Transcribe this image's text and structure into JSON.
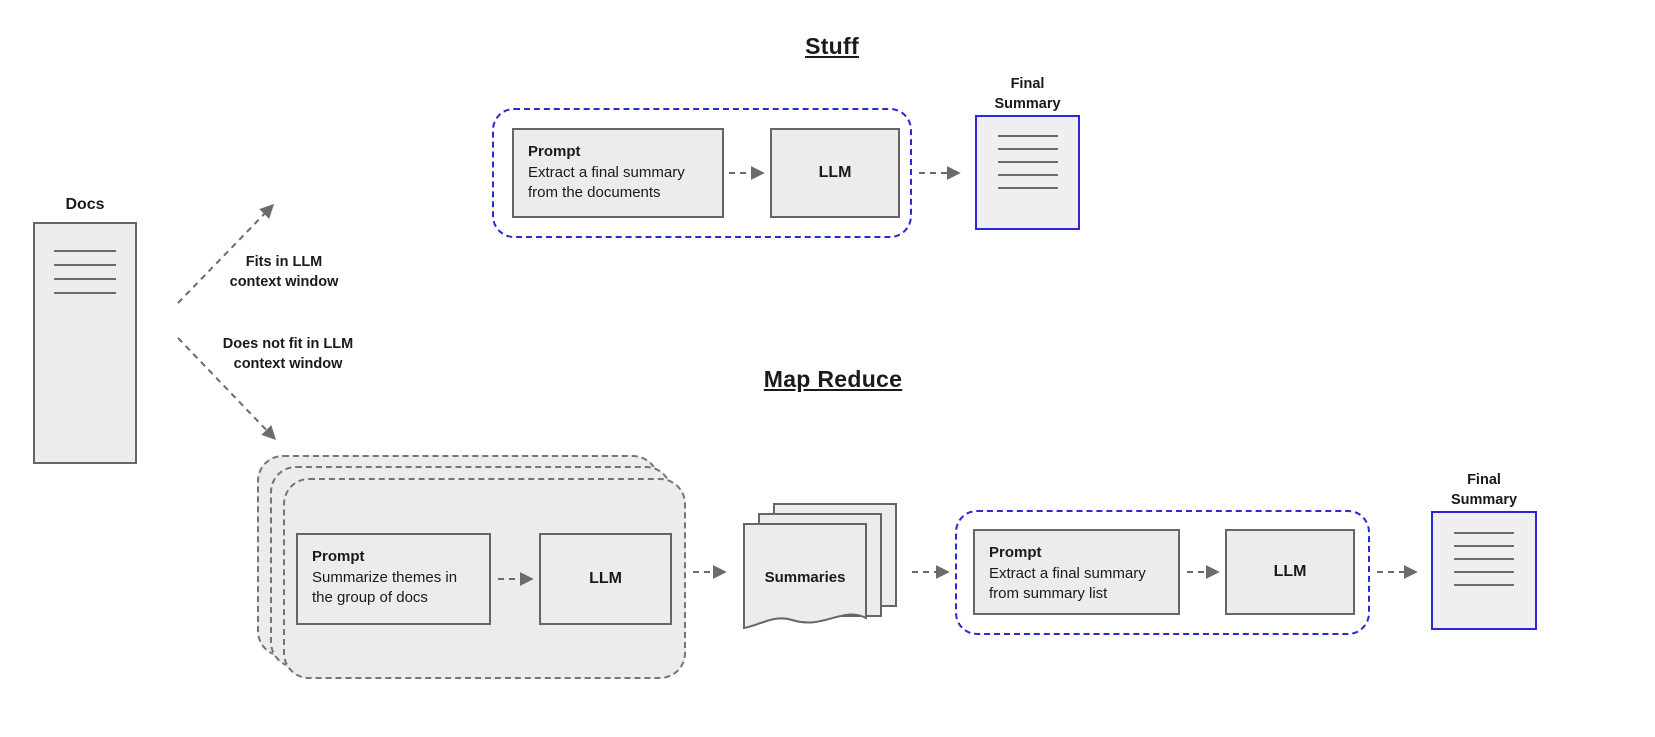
{
  "diagram": {
    "docs": {
      "label": "Docs"
    },
    "branches": {
      "fits_label": "Fits in LLM\ncontext window",
      "no_fit_label": "Does not fit in LLM\ncontext window"
    },
    "stuff": {
      "title": "Stuff",
      "prompt_title": "Prompt",
      "prompt_text": "Extract a final summary\nfrom the documents",
      "llm_label": "LLM",
      "final_summary_label": "Final\nSummary"
    },
    "map_reduce": {
      "title": "Map Reduce",
      "prompt_title": "Prompt",
      "prompt_text": "Summarize themes in\nthe group of docs",
      "llm_label": "LLM",
      "summaries_label": "Summaries",
      "reduce_prompt_title": "Prompt",
      "reduce_prompt_text": "Extract a final summary\nfrom summary list",
      "reduce_llm_label": "LLM",
      "final_summary_label": "Final\nSummary"
    },
    "colors": {
      "box_fill": "#ececec",
      "box_border": "#666666",
      "blue_accent": "#2929d6",
      "arrow": "#6b6b6b"
    }
  }
}
